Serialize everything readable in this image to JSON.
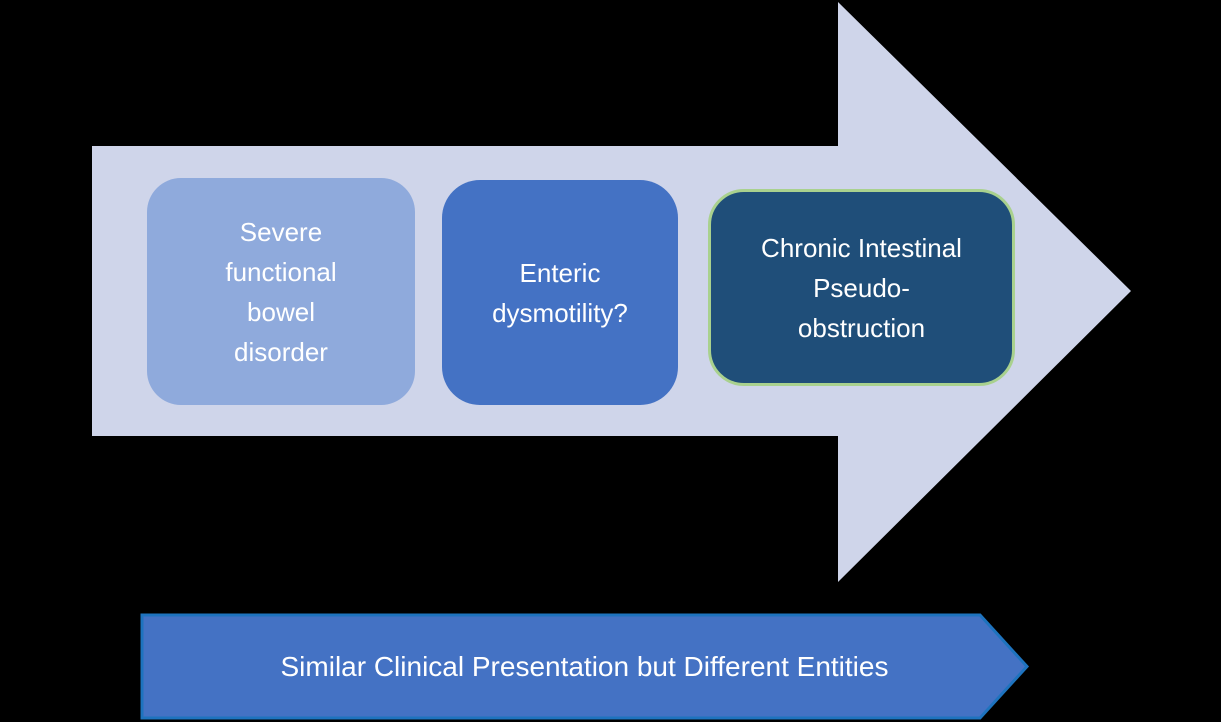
{
  "page": {
    "background": "#000000"
  },
  "diagram": {
    "main_arrow": {
      "description": "large right-pointing block arrow containing three concept boxes",
      "fill": "#CFD5EA"
    },
    "boxes": [
      {
        "label": "Severe functional bowel disorder",
        "lines": [
          "Severe",
          "functional",
          "bowel",
          "disorder"
        ],
        "fill": "#8FAADC",
        "text_color": "#FFFFFF"
      },
      {
        "label": "Enteric dysmotility?",
        "lines": [
          "Enteric",
          "dysmotility?"
        ],
        "fill": "#4472C4",
        "text_color": "#FFFFFF"
      },
      {
        "label": "Chronic Intestinal Pseudo-obstruction",
        "lines": [
          "Chronic Intestinal",
          "Pseudo-",
          "obstruction"
        ],
        "fill": "#1F4E79",
        "border_color": "#A9D18E",
        "text_color": "#FFFFFF"
      }
    ],
    "banner": {
      "label": "Similar Clinical Presentation but Different Entities",
      "fill": "#4472C4",
      "border_color": "#1E73BE",
      "text_color": "#FFFFFF"
    }
  }
}
